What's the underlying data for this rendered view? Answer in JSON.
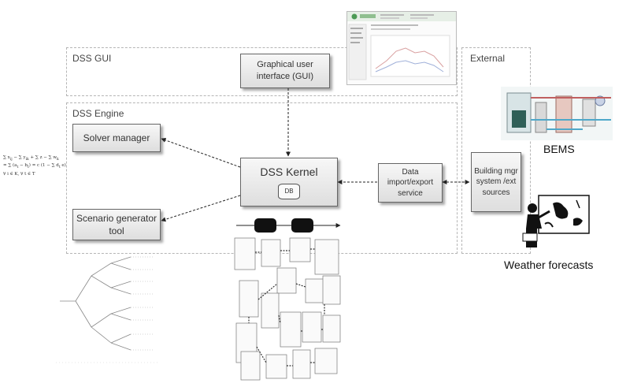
{
  "regions": {
    "gui": "DSS GUI",
    "engine": "DSS Engine",
    "external": "External"
  },
  "boxes": {
    "gui": "Graphical user interface (GUI)",
    "solver": "Solver manager",
    "scenario": "Scenario generator tool",
    "kernel": "DSS Kernel",
    "db": "DB",
    "data": "Data import/export service",
    "building": "Building mgr system /ext sources"
  },
  "labels": {
    "bems": "BEMS",
    "weather": "Weather forecasts"
  },
  "icons": [
    "gui-screenshot-thumbnail",
    "bems-schematic-image",
    "weather-forecaster-figure",
    "scenario-tree-figure",
    "database-schema-figure",
    "optimization-formula-figure"
  ]
}
